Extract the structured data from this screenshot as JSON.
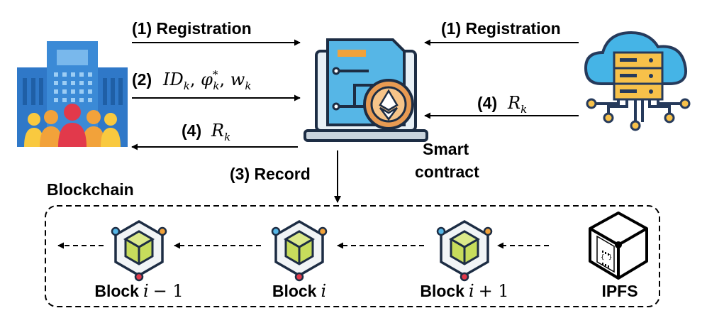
{
  "arrows": {
    "org_registration": "(1) Registration",
    "org_submit_prefix": "(2)",
    "org_submit_math": {
      "id": "ID",
      "sub": "k",
      "phi": "φ",
      "phi_sup": "*",
      "w": "w"
    },
    "org_result_prefix": "(4)",
    "org_result_math": {
      "r": "R",
      "sub": "k"
    },
    "server_registration": "(1) Registration",
    "server_result_prefix": "(4)",
    "server_result_math": {
      "r": "R",
      "sub": "k"
    },
    "record": "(3) Record"
  },
  "smart_contract": {
    "line1": "Smart",
    "line2": "contract"
  },
  "blockchain": {
    "title": "Blockchain",
    "blocks": [
      {
        "word": "Block",
        "math": "i",
        "suffix": "− 1"
      },
      {
        "word": "Block",
        "math": "i",
        "suffix": ""
      },
      {
        "word": "Block",
        "math": "i",
        "suffix": "+ 1"
      }
    ],
    "ipfs_label": "IPFS"
  },
  "colors": {
    "building_blue": "#2f78c8",
    "building_light": "#79b8ec",
    "people_red": "#e2394b",
    "people_orange": "#f2a23a",
    "people_yellow": "#f9c93f",
    "cloud_blue": "#45b4e6",
    "server_yellow": "#f7c14a",
    "server_navy": "#263a5b",
    "eth_orange": "#e89a52",
    "cube_green": "#c7dc5c",
    "hex_fill": "#f1f4f6"
  },
  "icons": {
    "organization": "building-with-people-icon",
    "server": "cloud-server-icon",
    "contract": "laptop-document-ethereum-icon",
    "block": "hexagon-cube-icon",
    "ipfs": "ipfs-cube-icon"
  }
}
